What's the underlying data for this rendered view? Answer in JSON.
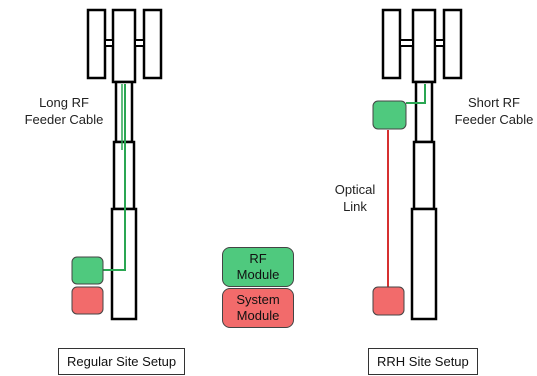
{
  "labels": {
    "long_rf_cable": "Long RF\nFeeder Cable",
    "short_rf_cable": "Short RF\nFeeder Cable",
    "optical_link": "Optical\nLink"
  },
  "legend": {
    "rf_module": "RF Module",
    "system_module": "System Module"
  },
  "captions": {
    "regular": "Regular Site Setup",
    "rrh": "RRH Site Setup"
  },
  "colors": {
    "rf_module": "#4fc97e",
    "system_module": "#f26b6b",
    "rf_cable": "#2aa652",
    "optical_link": "#d63030"
  }
}
